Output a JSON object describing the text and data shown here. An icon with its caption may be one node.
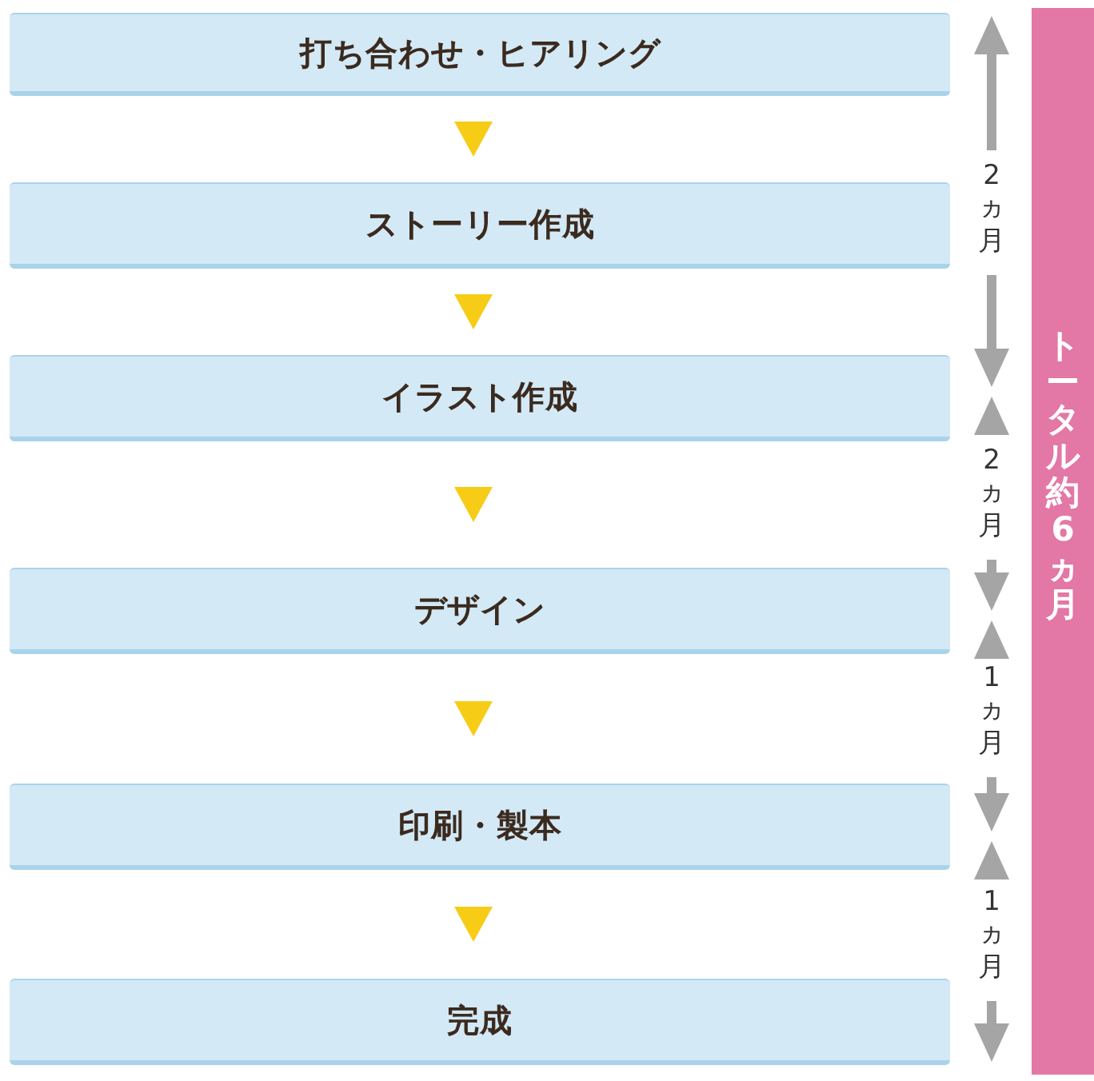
{
  "diagram": {
    "nodes": [
      {
        "text": [
          "打ち合わせ・ヒアリング"
        ]
      },
      {
        "text": [
          "ストーリー作成"
        ]
      },
      {
        "text": [
          "イラスト作成"
        ]
      },
      {
        "text": [
          "デザイン"
        ]
      },
      {
        "text": [
          "印刷・製本"
        ]
      },
      {
        "text": [
          "完成"
        ]
      },
      {
        "text": [
          "トータル約6ヵ月"
        ]
      }
    ],
    "edges": [
      {
        "from": 0,
        "to": 1,
        "arrow": "to"
      },
      {
        "from": 1,
        "to": 2,
        "arrow": "to"
      },
      {
        "from": 2,
        "to": 3,
        "arrow": "to"
      },
      {
        "from": 3,
        "to": 4,
        "arrow": "to"
      },
      {
        "from": 4,
        "to": 5,
        "arrow": "to"
      }
    ],
    "labels": [
      "2ヵ月",
      "2ヵ月",
      "1ヵ月",
      "1ヵ月"
    ]
  }
}
